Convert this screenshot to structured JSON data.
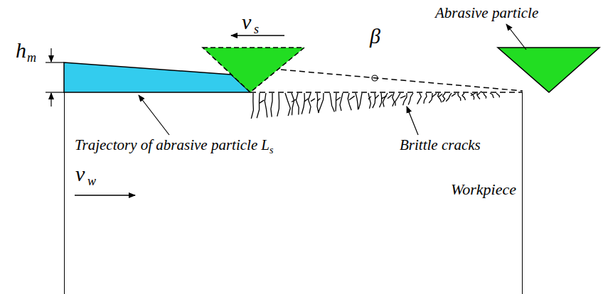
{
  "diagram": {
    "nodes": [
      {
        "text": [
          "Workpiece"
        ]
      }
    ],
    "labels": [
      "v",
      "s",
      "Abrasive particle",
      "h",
      "m",
      "β",
      "Trajectory of abrasive particle",
      "L",
      "s",
      "Brittle cracks",
      "v",
      "w"
    ]
  }
}
